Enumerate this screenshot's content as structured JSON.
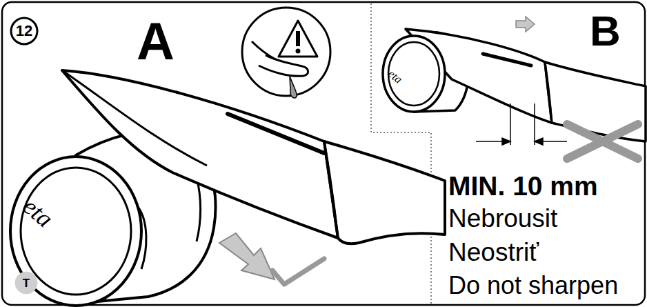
{
  "diagram": {
    "nodes": [
      {
        "text": [
          "12"
        ]
      },
      {
        "text": [
          "T"
        ]
      }
    ],
    "labels": [
      "A",
      "B",
      "eta",
      "eta",
      "MIN. 10 mm",
      "Nebrousit",
      "Neostriť",
      "Do not sharpen"
    ]
  }
}
